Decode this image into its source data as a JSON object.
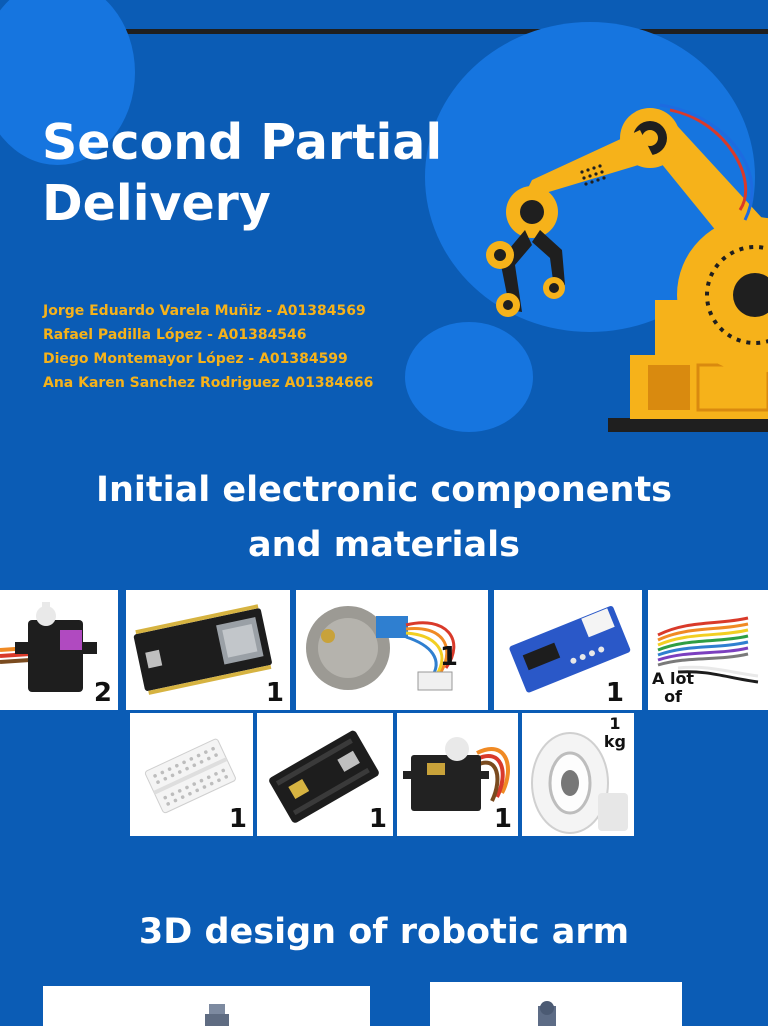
{
  "header": {
    "title_line1": "Second Partial",
    "title_line2": "Delivery",
    "authors": [
      "Jorge Eduardo Varela Muñiz - A01384569",
      "Rafael Padilla López - A01384546",
      "Diego Montemayor López - A01384599",
      "Ana Karen Sanchez Rodriguez A01384666"
    ]
  },
  "components_section": {
    "heading_line1": "Initial electronic components",
    "heading_line2": "and materials",
    "row1": [
      {
        "icon": "micro-servo-icon",
        "quantity": "2"
      },
      {
        "icon": "esp32-board-icon",
        "quantity": "1"
      },
      {
        "icon": "stepper-motor-icon",
        "quantity": "1"
      },
      {
        "icon": "motor-driver-board-icon",
        "quantity": "1"
      },
      {
        "icon": "jumper-wires-icon",
        "quantity_line1": "A lot",
        "quantity_line2": "of"
      }
    ],
    "row2": [
      {
        "icon": "mini-breadboard-icon",
        "quantity": "1"
      },
      {
        "icon": "expansion-board-icon",
        "quantity": "1"
      },
      {
        "icon": "servo-motor-icon",
        "quantity": "1"
      },
      {
        "icon": "filament-spool-icon",
        "quantity_line1": "1",
        "quantity_line2": "kg"
      }
    ]
  },
  "design_section": {
    "heading": "3D design of robotic arm"
  },
  "colors": {
    "background": "#0b5cb5",
    "accent_circle": "#1675df",
    "author_text": "#f6b21a",
    "robot_yellow": "#f6b21a"
  }
}
